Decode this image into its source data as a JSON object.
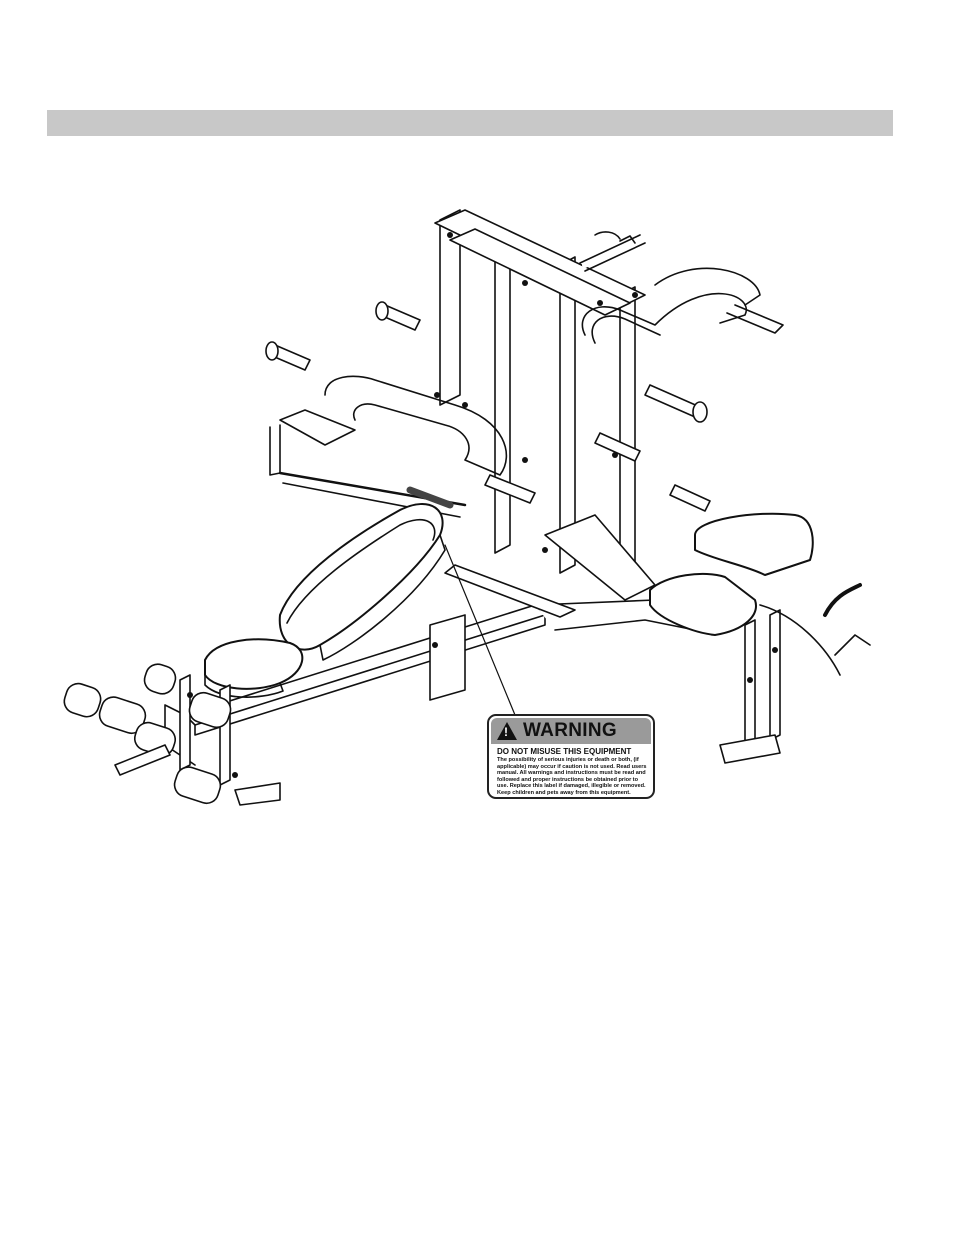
{
  "header_bar": {
    "color": "#c8c8c8"
  },
  "illustration": {
    "subject": "home gym multi-station weight bench line drawing"
  },
  "warning_label": {
    "icon": "warning-triangle-icon",
    "title": "WARNING",
    "subtitle": "DO NOT MISUSE THIS EQUIPMENT",
    "body": "The possibility of serious injuries or death or both, (if applicable) may occur if caution is not used. Read users manual. All warnings and instructions must be read and followed and proper instructions be obtained prior to use. Replace this label if damaged, illegible or removed. Keep children and pets away from this equipment."
  }
}
